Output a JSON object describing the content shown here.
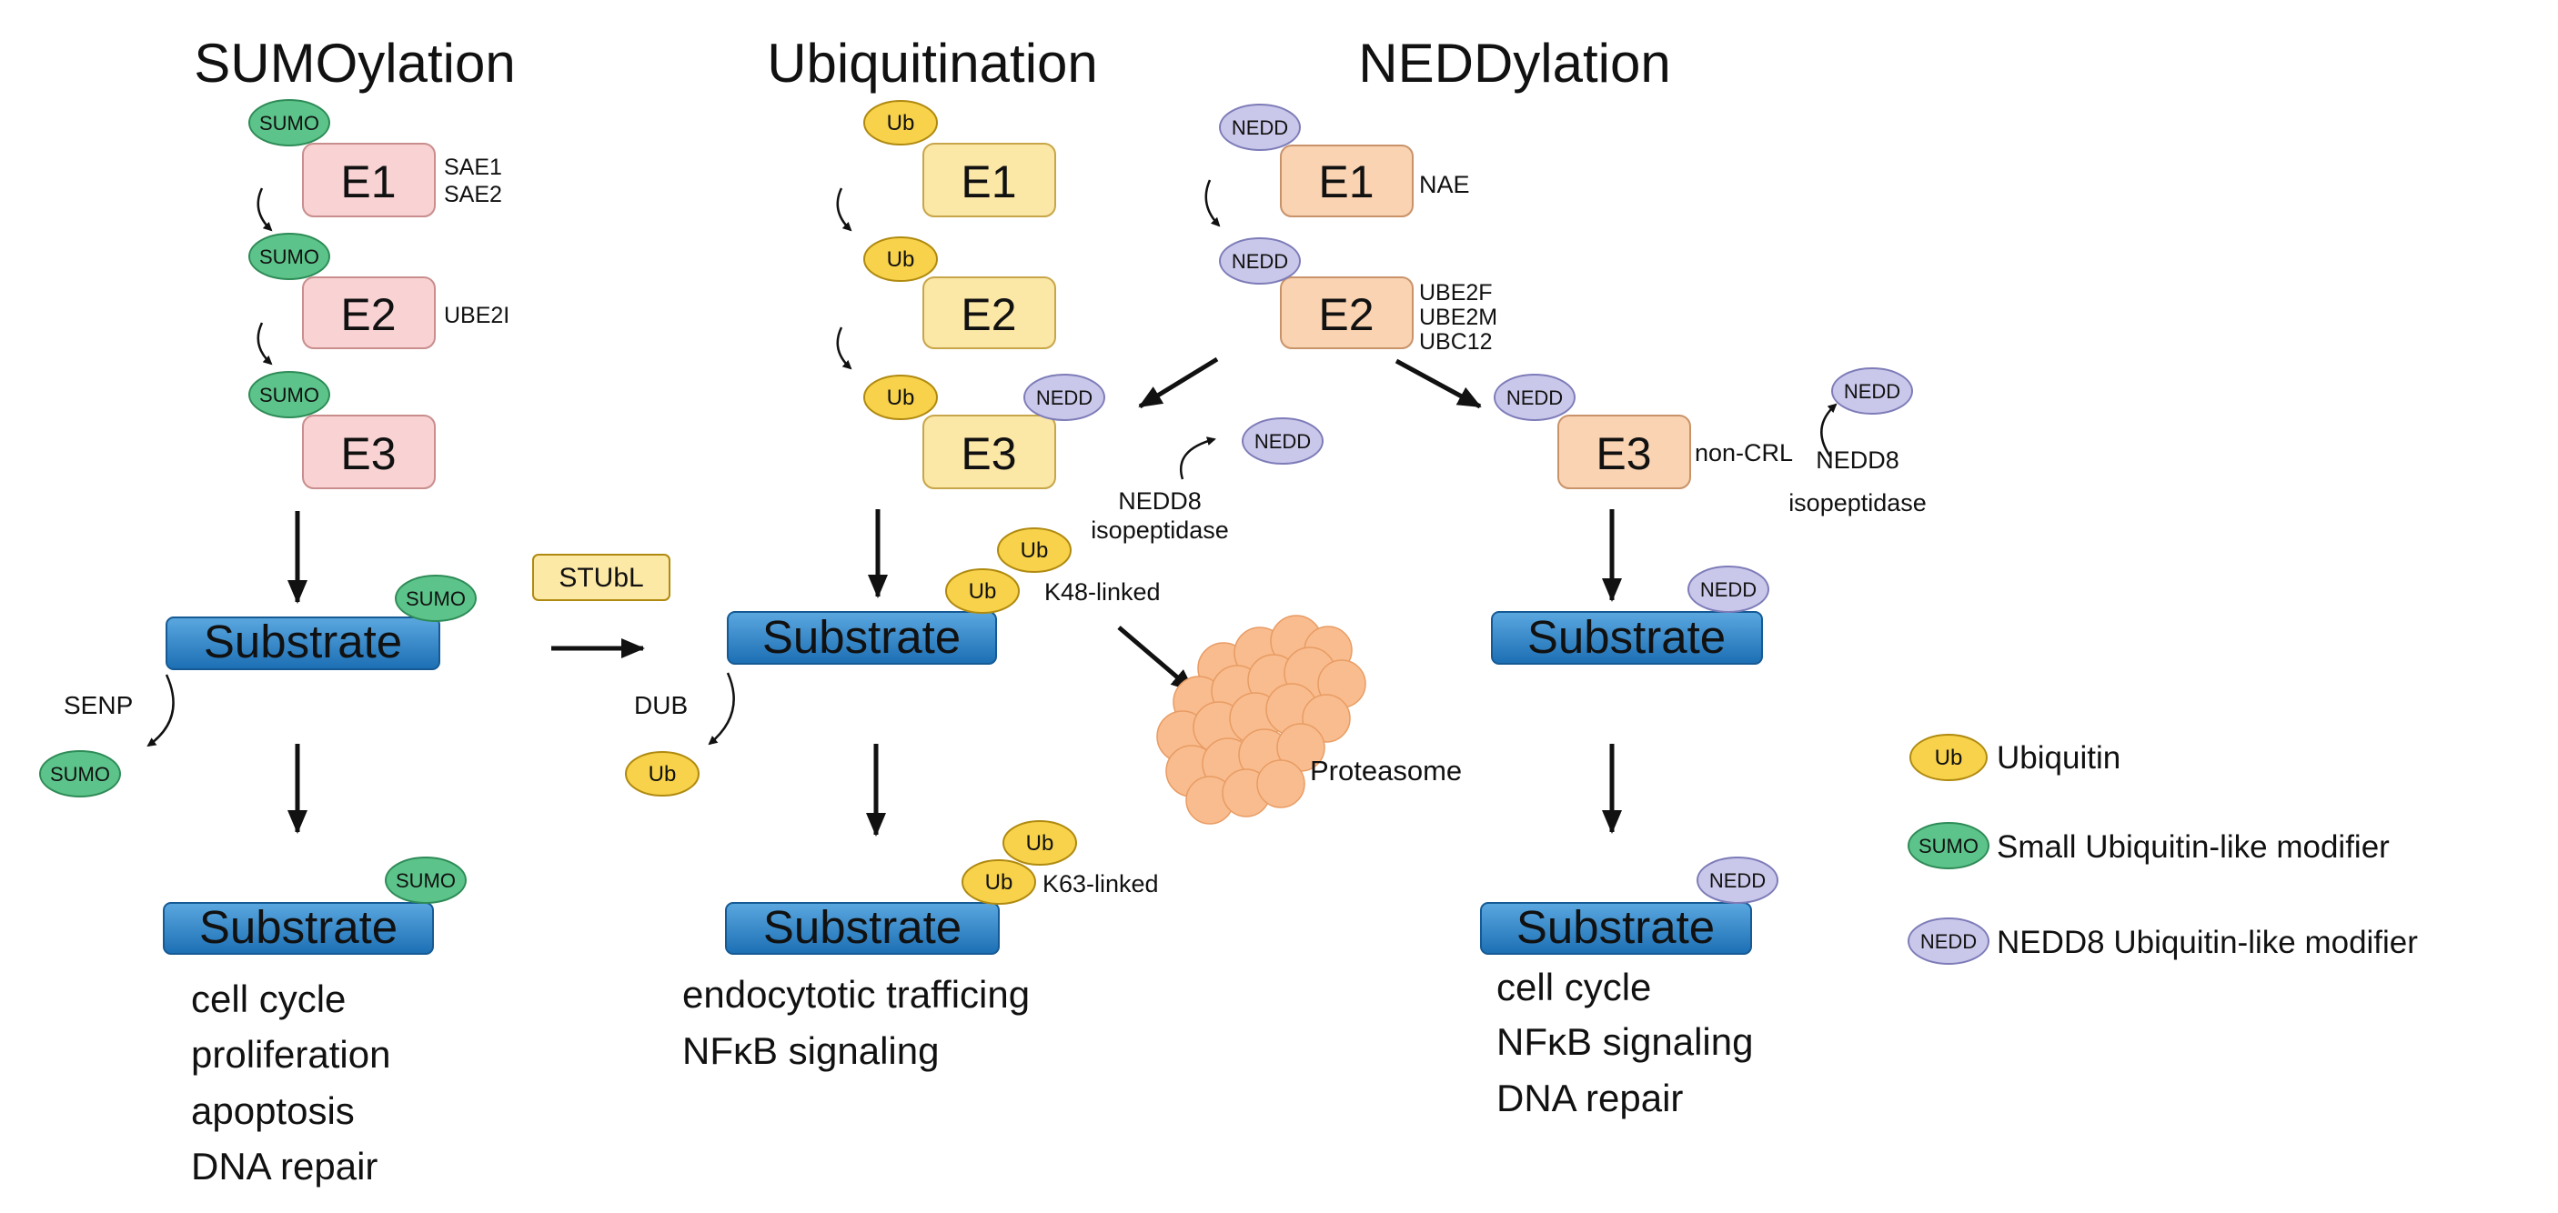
{
  "pathways": {
    "sumo": {
      "title": "SUMOylation",
      "e1": "E1",
      "e2": "E2",
      "e3": "E3",
      "e1_enzymes": [
        "SAE1",
        "SAE2"
      ],
      "e2_enzymes": [
        "UBE2I"
      ],
      "substrate": "Substrate",
      "deconjugase": "SENP",
      "outcomes": [
        "cell cycle",
        "proliferation",
        "apoptosis",
        "DNA repair"
      ]
    },
    "ub": {
      "title": "Ubiquitination",
      "e1": "E1",
      "e2": "E2",
      "e3": "E3",
      "substrate": "Substrate",
      "deconjugase": "DUB",
      "chain_k48": "K48-linked",
      "chain_k63": "K63-linked",
      "isopeptidase": [
        "NEDD8",
        "isopeptidase"
      ],
      "proteasome": "Proteasome",
      "outcomes": [
        "endocytotic trafficing",
        "NFκB signaling"
      ]
    },
    "nedd": {
      "title": "NEDDylation",
      "e1": "E1",
      "e2": "E2",
      "e3": "E3",
      "e1_enzymes": [
        "NAE"
      ],
      "e2_enzymes": [
        "UBE2F",
        "UBE2M",
        "UBC12"
      ],
      "e3_type": "non-CRL",
      "substrate": "Substrate",
      "isopeptidase": [
        "NEDD8",
        "isopeptidase"
      ],
      "outcomes": [
        "cell cycle",
        "NFκB signaling",
        "DNA repair"
      ]
    }
  },
  "crosstalk": {
    "stubl": "STUbL"
  },
  "tags": {
    "sumo": "SUMO",
    "ub": "Ub",
    "nedd": "NEDD"
  },
  "legend": [
    {
      "tag": "Ub",
      "kind": "ub",
      "label": "Ubiquitin"
    },
    {
      "tag": "SUMO",
      "kind": "sumo",
      "label": "Small Ubiquitin-like modifier"
    },
    {
      "tag": "NEDD",
      "kind": "nedd",
      "label": "NEDD8 Ubiquitin-like modifier"
    }
  ],
  "colors": {
    "sumo_fill": "#5cc48a",
    "sumo_stroke": "#2e8b57",
    "ub_fill": "#f7d24a",
    "ub_stroke": "#b08a10",
    "nedd_fill": "#c9c8ea",
    "nedd_stroke": "#7e7cb8",
    "sumo_enzyme": "#f9d3d3",
    "ub_enzyme": "#fbe7a6",
    "nedd_enzyme": "#f9d3b2",
    "substrate_top": "#5ba8e0",
    "substrate_bottom": "#1c6fb4",
    "proteasome": "#f9bc8e",
    "stubl_fill": "#fde9a6"
  }
}
